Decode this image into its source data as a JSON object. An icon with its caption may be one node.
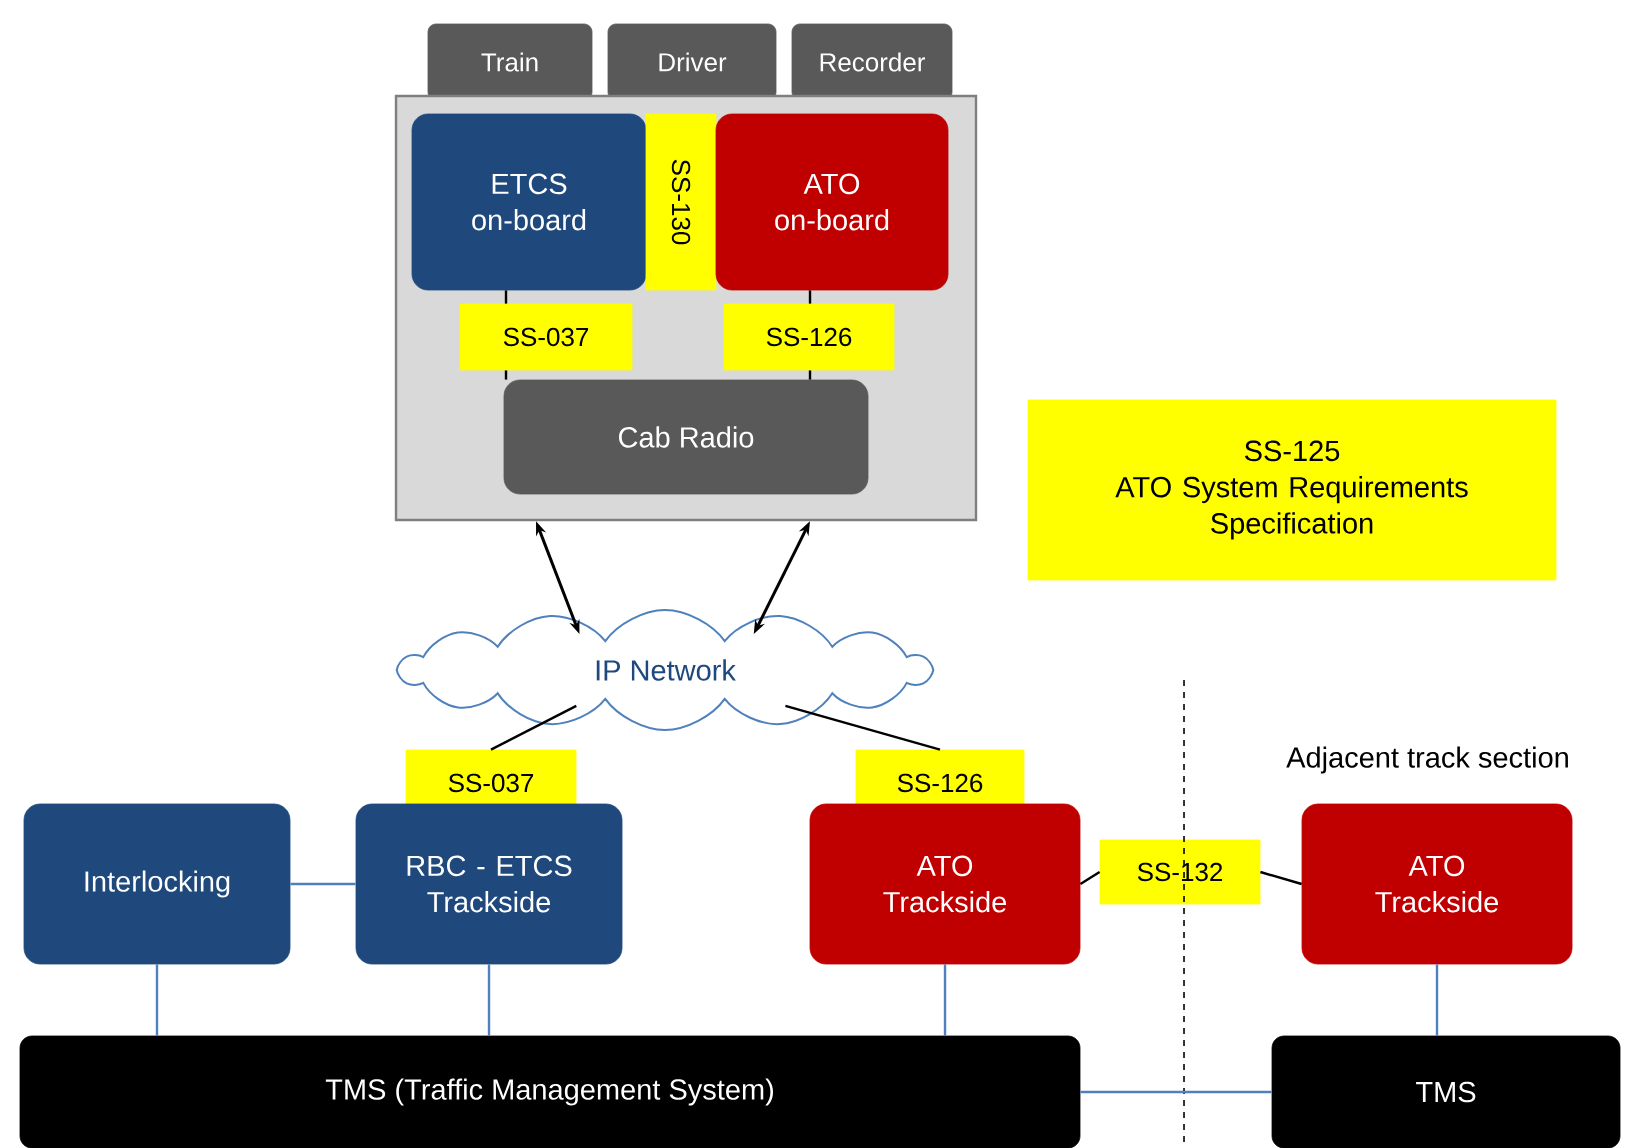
{
  "diagram": {
    "nodes": [
      {
        "text": [
          "Train"
        ]
      },
      {
        "text": [
          "Driver"
        ]
      },
      {
        "text": [
          "Recorder"
        ]
      },
      {
        "text": [],
        "shape": "box"
      },
      {
        "text": [
          "ETCS on-board"
        ],
        "in": 3
      },
      {
        "text": [
          "SS-130"
        ],
        "in": 3
      },
      {
        "text": [
          "ATO on-board"
        ],
        "in": 3
      },
      {
        "text": [
          "SS-037"
        ],
        "in": 3
      },
      {
        "text": [
          "SS-126"
        ],
        "in": 3
      },
      {
        "text": [
          "Cab Radio"
        ],
        "in": 3
      },
      {
        "text": [
          "SS-125",
          "ATO System Requirements Specification"
        ]
      },
      {
        "text": [
          "IP Network"
        ]
      },
      {
        "text": [
          "SS-037"
        ]
      },
      {
        "text": [
          "SS-126"
        ]
      },
      {
        "text": [
          "Interlocking"
        ]
      },
      {
        "text": [
          "RBC - ETCS Trackside"
        ]
      },
      {
        "text": [
          "ATO Trackside"
        ]
      },
      {
        "text": [
          "SS-132"
        ]
      },
      {
        "text": [
          "ATO Trackside"
        ]
      },
      {
        "text": [
          "TMS (Traffic Management System)"
        ]
      },
      {
        "text": [
          "TMS"
        ]
      }
    ],
    "edges": [
      {
        "from": 4,
        "to": 7,
        "arrow": "none"
      },
      {
        "from": 7,
        "to": 9,
        "arrow": "none"
      },
      {
        "from": 6,
        "to": 8,
        "arrow": "none"
      },
      {
        "from": 8,
        "to": 9,
        "arrow": "none"
      },
      {
        "from": 3,
        "to": 11,
        "arrow": "both"
      },
      {
        "from": 3,
        "to": 11,
        "arrow": "both"
      },
      {
        "from": 11,
        "to": 12,
        "arrow": "none"
      },
      {
        "from": 11,
        "to": 13,
        "arrow": "none"
      },
      {
        "from": 14,
        "to": 15,
        "arrow": "none",
        "color": "#4f81bd"
      },
      {
        "from": 16,
        "to": 17,
        "arrow": "none"
      },
      {
        "from": 17,
        "to": 18,
        "arrow": "none"
      },
      {
        "from": 14,
        "to": 19,
        "arrow": "none",
        "color": "#4f81bd"
      },
      {
        "from": 15,
        "to": 19,
        "arrow": "none",
        "color": "#4f81bd"
      },
      {
        "from": 16,
        "to": 19,
        "arrow": "none",
        "color": "#4f81bd"
      },
      {
        "from": 18,
        "to": 20,
        "arrow": "none",
        "color": "#4f81bd"
      },
      {
        "from": 19,
        "to": 20,
        "arrow": "none",
        "color": "#4f81bd"
      }
    ],
    "labels": [
      "Adjacent track section"
    ]
  }
}
